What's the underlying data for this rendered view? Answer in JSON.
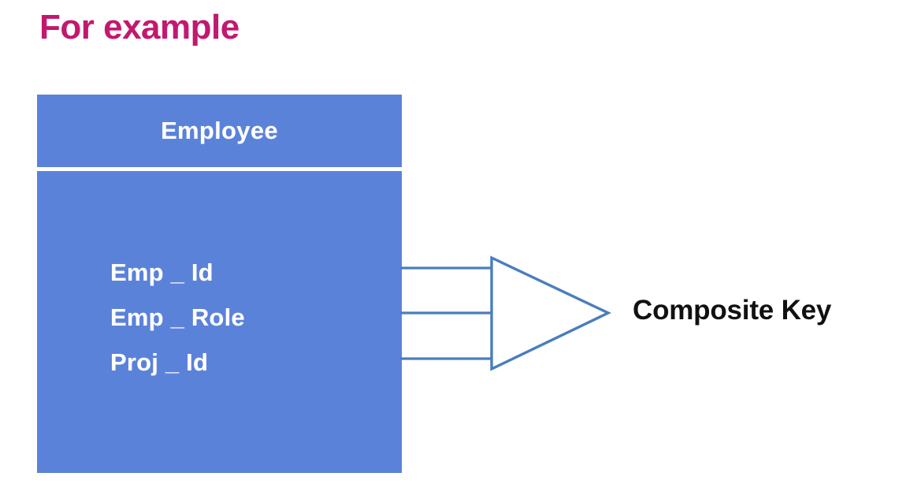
{
  "slide": {
    "title": "For example",
    "title_color": "#c2186f",
    "background_color": "#ffffff"
  },
  "entity": {
    "name": "Employee",
    "fill_color": "#5b82d9",
    "text_color": "#ffffff",
    "divider_color": "#ffffff",
    "attributes": [
      {
        "label": "Emp _ Id"
      },
      {
        "label": "Emp _ Role"
      },
      {
        "label": "Proj _ Id"
      }
    ]
  },
  "connector": {
    "stroke_color": "#4a7ebb",
    "fill_color": "#ffffff",
    "line_count": 3,
    "arrow_shape": "triangle-right"
  },
  "callout": {
    "label": "Composite Key",
    "text_color": "#111111"
  }
}
